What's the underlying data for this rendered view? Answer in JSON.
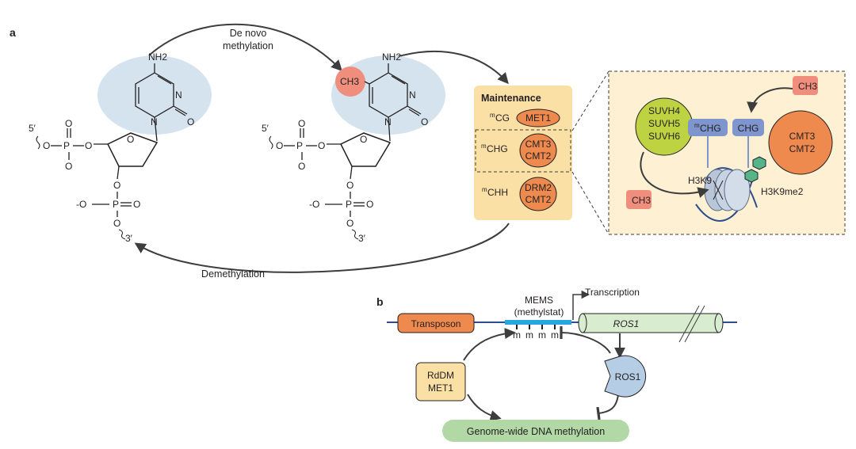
{
  "panels": {
    "a": "a",
    "b": "b"
  },
  "chem": {
    "nh2": "NH2",
    "n": "N",
    "o": "O",
    "p": "P",
    "five_prime": "5′",
    "three_prime": "3′",
    "ch3": "CH3"
  },
  "arrows": {
    "de_novo_line1": "De novo",
    "de_novo_line2": "methylation",
    "demethylation": "Demethylation"
  },
  "maintenance": {
    "title": "Maintenance",
    "rows": [
      {
        "context": "CG",
        "enzymes": [
          "MET1"
        ]
      },
      {
        "context": "CHG",
        "enzymes": [
          "CMT3",
          "CMT2"
        ]
      },
      {
        "context": "CHH",
        "enzymes": [
          "DRM2",
          "CMT2"
        ]
      }
    ],
    "superscript": "m"
  },
  "chg_box": {
    "suvh": [
      "SUVH4",
      "SUVH5",
      "SUVH6"
    ],
    "mchg": "CHG",
    "chg": "CHG",
    "cmt": [
      "CMT3",
      "CMT2"
    ],
    "h3k9": "H3K9",
    "h3k9me2": "H3K9me2",
    "ch3": "CH3"
  },
  "panel_b": {
    "transposon": "Transposon",
    "mems_line1": "MEMS",
    "mems_line2": "(methylstat)",
    "transcription": "Transcription",
    "gene": "ROS1",
    "m_marks": [
      "m",
      "m",
      "m",
      "m"
    ],
    "rddm_line1": "RdDM",
    "rddm_line2": "MET1",
    "ros1_protein": "ROS1",
    "genome_wide": "Genome-wide DNA methylation"
  },
  "colors": {
    "nucleotide_bg": "#d5e3ee",
    "methyl": "#ef8e7d",
    "enzyme": "#ee8a4e",
    "maint_bg": "#fbe0a6",
    "detail_bg": "#fdf0d3",
    "suvh": "#bdd342",
    "chg_tag": "#7f95cd",
    "ros1_gene": "#d8ecd0",
    "genome_bar": "#b1d8a5",
    "rddm_bg": "#fbe0a6",
    "dna_line": "#2e4d8e",
    "mems": "#27a7df",
    "ros1_protein": "#b6cde6"
  }
}
